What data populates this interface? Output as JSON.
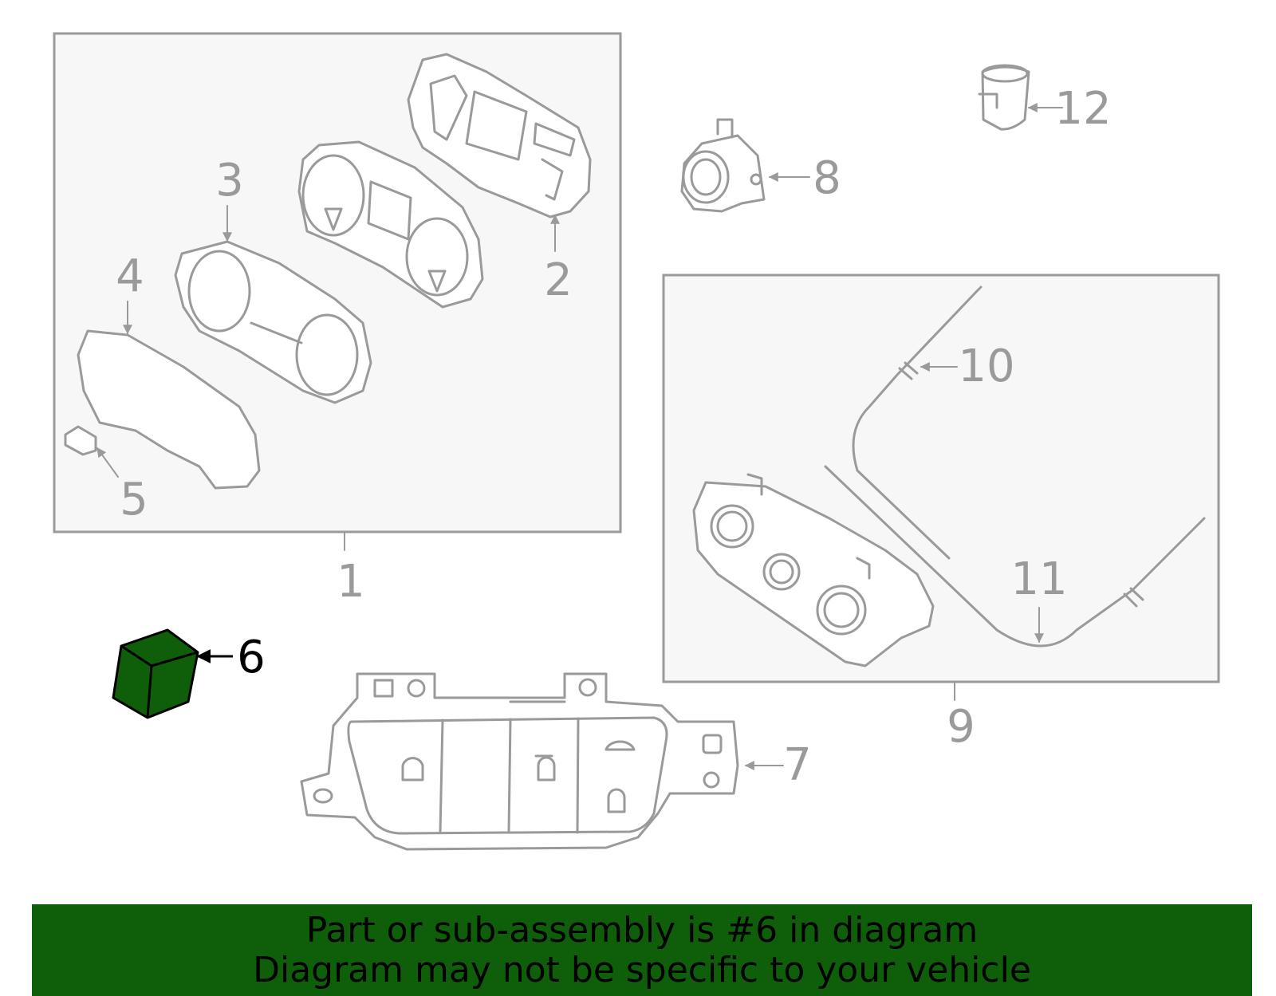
{
  "callouts": {
    "c1": "1",
    "c2": "2",
    "c3": "3",
    "c4": "4",
    "c5": "5",
    "c6": "6",
    "c7": "7",
    "c8": "8",
    "c9": "9",
    "c10": "10",
    "c11": "11",
    "c12": "12"
  },
  "highlighted_part": "6",
  "colors": {
    "highlight_fill": "#0f5e0a",
    "line_gray": "#9a9a9a",
    "box_fill": "#f7f7f7",
    "banner_bg": "#0f5e0a"
  },
  "banner": {
    "line1": "Part or sub-assembly is #6 in diagram",
    "line2": "Diagram may not be specific to your vehicle"
  }
}
